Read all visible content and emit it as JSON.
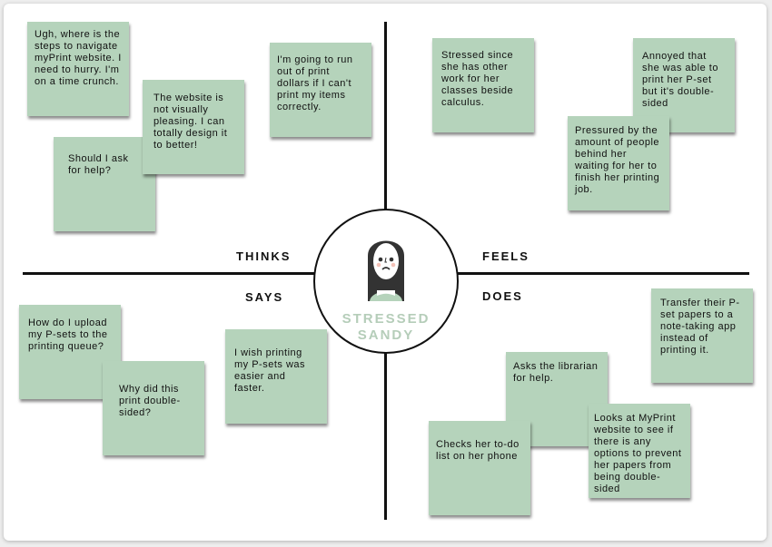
{
  "quadrants": {
    "thinks": "THINKS",
    "feels": "FEELS",
    "says": "SAYS",
    "does": "DOES"
  },
  "persona": {
    "line1": "STRESSED",
    "line2": "SANDY"
  },
  "colors": {
    "note": "#b5d3bb",
    "persona_text": "#b5cdb9"
  },
  "notes": {
    "thinks": [
      "Ugh, where is the steps to navigate myPrint website. I need to hurry. I'm on a time crunch.",
      "Should I ask for help?",
      "The website is not visually pleasing. I can totally design it to better!",
      "I'm going to run out of print dollars if I can't print my items correctly."
    ],
    "feels": [
      "Stressed since she has other work for her classes beside calculus.",
      "Annoyed that she was able to print her P-set but it's double-sided",
      "Pressured by the amount of people behind her waiting for her to finish her printing job."
    ],
    "says": [
      "How do I upload my P-sets to the printing queue?",
      "Why did this print double-sided?",
      "I wish printing my P-sets was easier and faster."
    ],
    "does": [
      "Transfer their P-set papers to a note-taking app instead of printing it.",
      "Asks the librarian for help.",
      "Looks at MyPrint website to see if there is any options to prevent her papers from being double-sided",
      "Checks her to-do list on her phone"
    ]
  }
}
